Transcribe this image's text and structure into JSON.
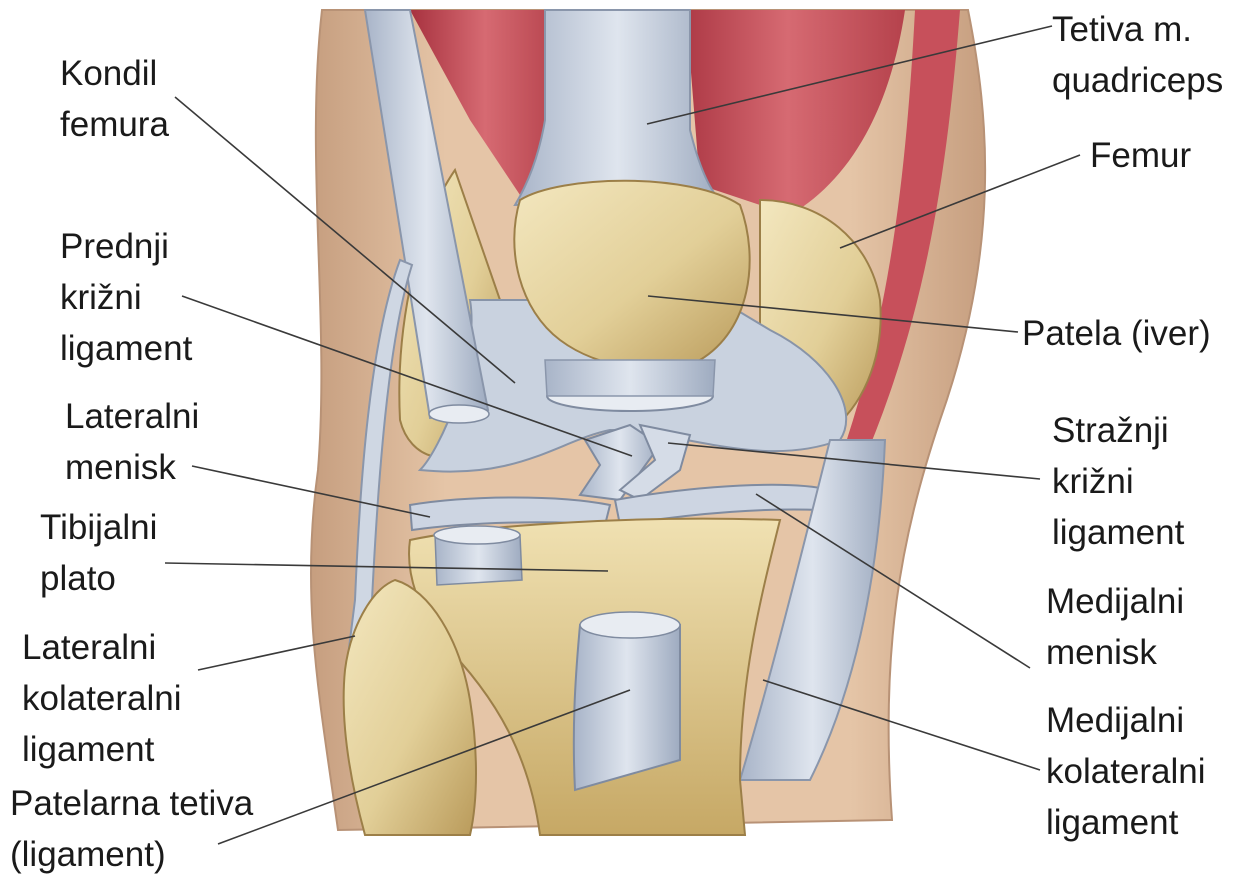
{
  "labels": {
    "kondil_femura": [
      "Kondil",
      "femura"
    ],
    "prednji_krizni_ligament": [
      "Prednji",
      "križni",
      "ligament"
    ],
    "lateralni_menisk": [
      "Lateralni",
      "menisk"
    ],
    "tibijalni_plato": [
      "Tibijalni",
      "plato"
    ],
    "lateralni_kolateralni_ligament": [
      "Lateralni",
      "kolateralni",
      "ligament"
    ],
    "patelarna_tetiva": [
      "Patelarna tetiva",
      "(ligament)"
    ],
    "tetiva_quadriceps": [
      "Tetiva m.",
      "quadriceps"
    ],
    "femur": [
      "Femur"
    ],
    "patela": [
      "Patela (iver)"
    ],
    "straznji_krizni_ligament": [
      "Stražnji",
      "križni",
      "ligament"
    ],
    "medijalni_menisk": [
      "Medijalni",
      "menisk"
    ],
    "medijalni_kolateralni_ligament": [
      "Medijalni",
      "kolateralni",
      "ligament"
    ]
  }
}
